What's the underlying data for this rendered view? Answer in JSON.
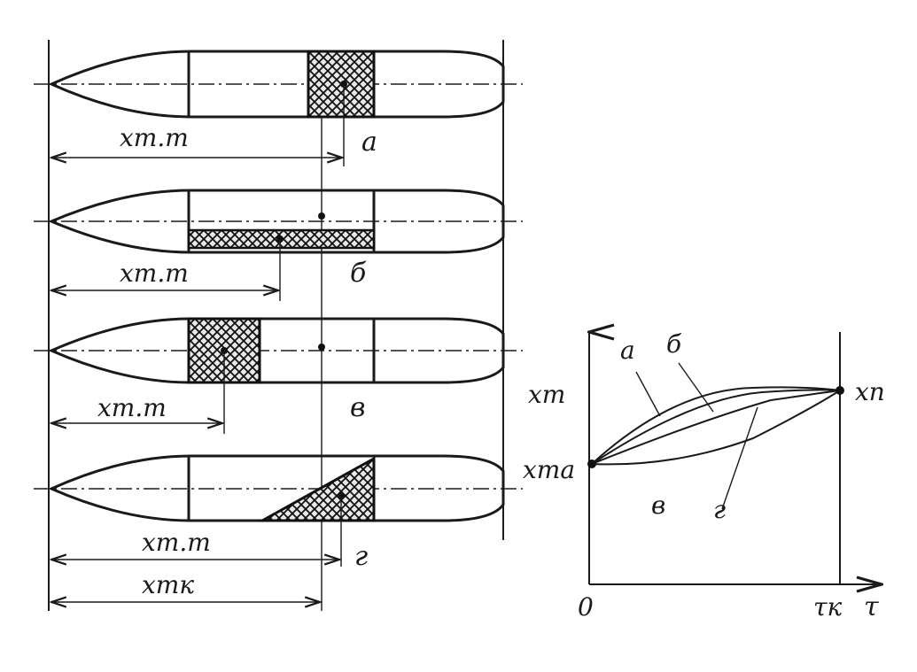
{
  "diagram": {
    "variants": [
      {
        "id": "a",
        "case_label": "а",
        "dim_label": "xm.т"
      },
      {
        "id": "b",
        "case_label": "б",
        "dim_label": "xm.т"
      },
      {
        "id": "v",
        "case_label": "в",
        "dim_label": "xm.т"
      },
      {
        "id": "g",
        "case_label": "г",
        "dim_label": "xm.т"
      }
    ],
    "bottom_dim_label": "xmк"
  },
  "graph": {
    "y_axis_label": "xm",
    "x_axis_label": "τ",
    "origin_label": "0",
    "start_label": "xmа",
    "end_label": "xп",
    "x_end_label": "τк",
    "curve_labels": {
      "a": "а",
      "b": "б",
      "v": "в",
      "g": "г"
    }
  }
}
